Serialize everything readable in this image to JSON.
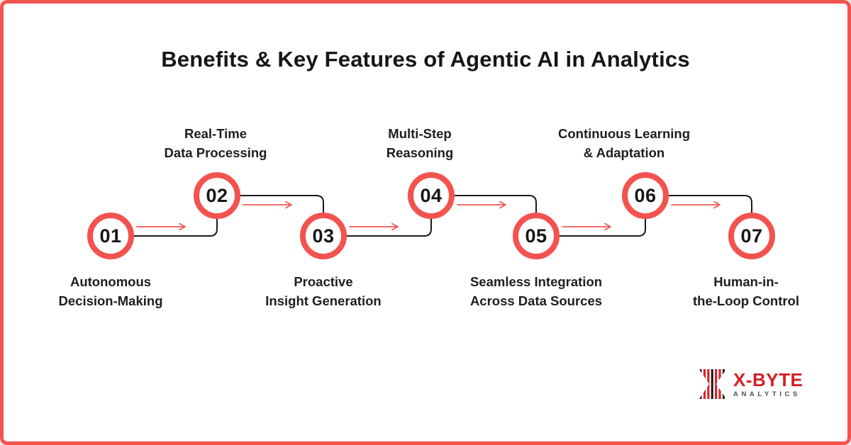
{
  "title": "Benefits & Key Features of Agentic AI in Analytics",
  "steps": [
    {
      "number": "01",
      "label_lines": [
        "Autonomous",
        "Decision-Making"
      ],
      "label_position": "below"
    },
    {
      "number": "02",
      "label_lines": [
        "Real-Time",
        "Data Processing"
      ],
      "label_position": "above"
    },
    {
      "number": "03",
      "label_lines": [
        "Proactive",
        "Insight Generation"
      ],
      "label_position": "below"
    },
    {
      "number": "04",
      "label_lines": [
        "Multi-Step",
        "Reasoning"
      ],
      "label_position": "above"
    },
    {
      "number": "05",
      "label_lines": [
        "Seamless Integration",
        "Across Data Sources"
      ],
      "label_position": "below"
    },
    {
      "number": "06",
      "label_lines": [
        "Continuous Learning",
        "& Adaptation"
      ],
      "label_position": "above"
    },
    {
      "number": "07",
      "label_lines": [
        "Human-in-",
        "the-Loop Control"
      ],
      "label_position": "below"
    }
  ],
  "logo": {
    "brand": "X-BYTE",
    "subtext": "ANALYTICS"
  },
  "colors": {
    "accent_red": "#F3534F",
    "arrow_red": "#EF5A57",
    "line_black": "#1B1B1B",
    "logo_red": "#D71F26",
    "logo_gray": "#4D4D4D"
  }
}
